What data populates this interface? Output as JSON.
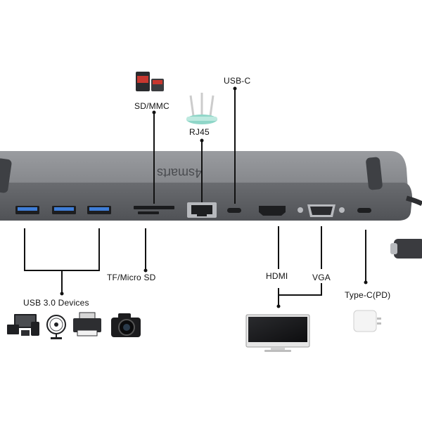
{
  "brand": "4smarts",
  "labels": {
    "sd_mmc": "SD/MMC",
    "usb_c": "USB-C",
    "rj45": "RJ45",
    "tf_micro_sd": "TF/Micro SD",
    "usb3_devices": "USB  3.0 Devices",
    "hdmi": "HDMI",
    "vga": "VGA",
    "type_c_pd": "Type-C",
    "type_c_pd_suffix": "(PD)"
  },
  "device_icons": [
    "laptop-phone-icon",
    "fan-icon",
    "printer-icon",
    "camera-icon",
    "sd-card-icon",
    "router-icon",
    "monitor-icon",
    "charger-icon"
  ],
  "colors": {
    "hub_body": "#7a7c80",
    "hub_top": "#8d8f93",
    "hub_dark": "#4c4e52",
    "port_blue": "#3f7dd6",
    "line": "#111111",
    "router_teal": "#8fd6c8"
  }
}
